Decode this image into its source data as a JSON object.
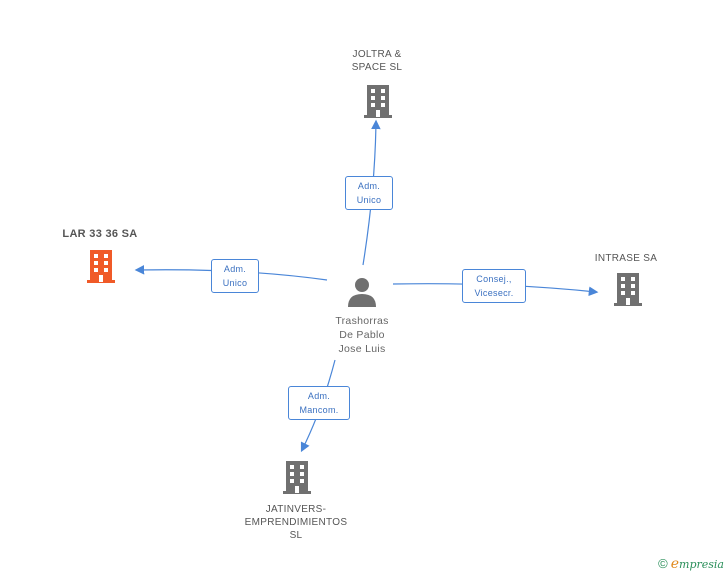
{
  "center": {
    "label": "Trashorras\nDe Pablo\nJose Luis"
  },
  "nodes": {
    "joltra": {
      "label": "JOLTRA &\nSPACE SL"
    },
    "lar": {
      "label": "LAR 33 36 SA"
    },
    "intrase": {
      "label": "INTRASE SA"
    },
    "jatinvers": {
      "label": "JATINVERS-\nEMPRENDIMIENTOS\nSL"
    }
  },
  "relations": {
    "joltra": "Adm.\nUnico",
    "lar": "Adm.\nUnico",
    "intrase": "Consej.,\nVicesecr.",
    "jatinvers": "Adm.\nMancom."
  },
  "colors": {
    "edge": "#4a86d8",
    "building": "#707070",
    "highlight": "#f05a28",
    "person": "#707070"
  },
  "icons": {
    "building": "building-icon",
    "person": "person-icon"
  },
  "watermark": {
    "symbol": "©",
    "brand_initial": "e",
    "brand_rest": "mpresia"
  }
}
